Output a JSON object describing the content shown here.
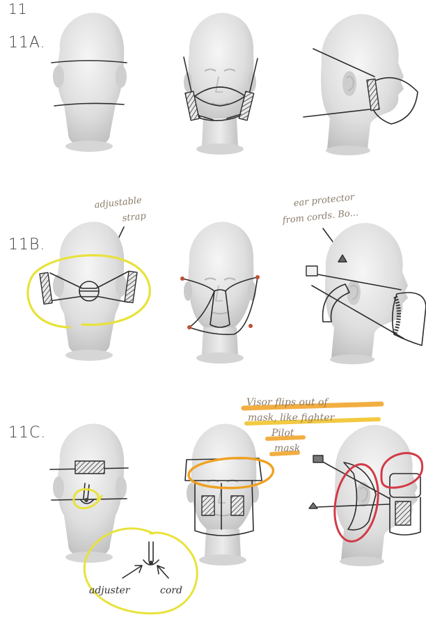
{
  "page": {
    "top_mark": "11"
  },
  "sections": [
    {
      "label": "11A."
    },
    {
      "label": "11B.",
      "notes": {
        "strap_line1": "adjustable",
        "strap_line2": "strap",
        "ear_line1": "ear protector",
        "ear_line2": "from cords. Bo..."
      }
    },
    {
      "label": "11C.",
      "notes": {
        "visor_line1": "Visor flips out of",
        "visor_line2": "mask, like fighter",
        "visor_line3": "Pilot",
        "visor_line4": "mask",
        "adjuster": "adjuster",
        "cord": "cord"
      }
    }
  ],
  "colors": {
    "ink": "#2b2b2b",
    "highlight_yellow": "#e8e23a",
    "highlight_orange": "#f0a020",
    "circle_red": "#d23a45",
    "head": "#dcdcdc"
  }
}
